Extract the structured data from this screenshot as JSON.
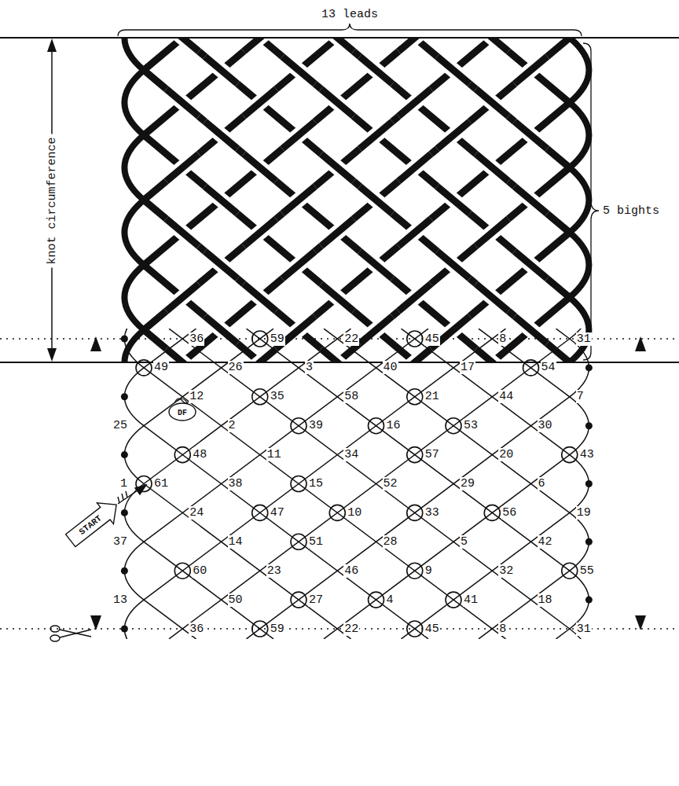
{
  "diagram": {
    "labels": [
      "13 leads",
      "knot circumference",
      "5 bights",
      "36",
      "59",
      "22",
      "45",
      "8",
      "31",
      "49",
      "26",
      "3",
      "40",
      "17",
      "54",
      "12",
      "35",
      "58",
      "21",
      "44",
      "7",
      "25",
      "DF",
      "2",
      "39",
      "16",
      "53",
      "30",
      "48",
      "11",
      "34",
      "57",
      "20",
      "43",
      "1",
      "61",
      "38",
      "15",
      "52",
      "29",
      "6",
      "START",
      "24",
      "47",
      "10",
      "33",
      "56",
      "19",
      "37",
      "14",
      "51",
      "28",
      "5",
      "42",
      "60",
      "23",
      "46",
      "9",
      "32",
      "55",
      "13",
      "50",
      "27",
      "4",
      "41",
      "18",
      "36",
      "59",
      "22",
      "45",
      "8",
      "31"
    ]
  }
}
